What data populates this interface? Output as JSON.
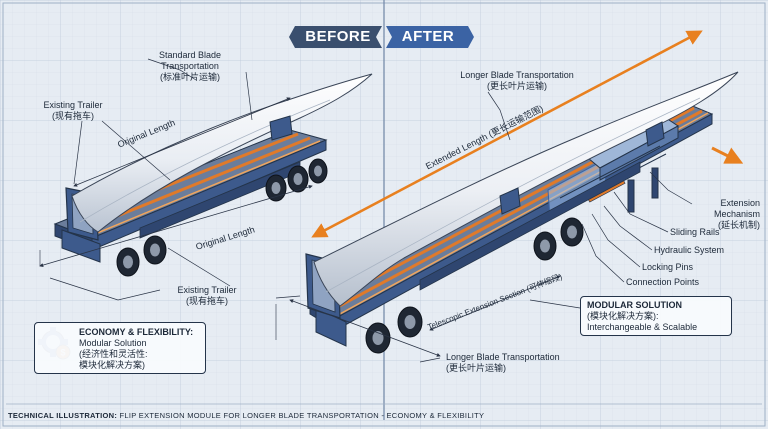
{
  "header": {
    "before_label": "BEFORE",
    "after_label": "AFTER"
  },
  "before": {
    "standard_blade_en": "Standard Blade",
    "standard_blade_en2": "Transportation",
    "standard_blade_cn": "(标准叶片运输)",
    "existing_trailer_top_en": "Existing Trailer",
    "existing_trailer_top_cn": "(现有拖车)",
    "original_length_top": "Original Length",
    "original_length_bottom": "Original Length",
    "existing_trailer_bottom_en": "Existing Trailer",
    "existing_trailer_bottom_cn": "(现有拖车)"
  },
  "after": {
    "longer_blade_top_en": "Longer Blade Transportation",
    "longer_blade_top_cn": "(更长叶片运输)",
    "extended_length": "Extended Length (更长运输范围)",
    "extension_mechanism_en": "Extension",
    "extension_mechanism_en2": "Mechanism",
    "extension_mechanism_cn": "(延长机制)",
    "sliding_rails": "Sliding Rails",
    "hydraulic_system": "Hydraulic System",
    "locking_pins": "Locking Pins",
    "connection_points": "Connection Points",
    "telescopic_section": "Telescopic Extension Section (可伸缩段)",
    "longer_blade_bottom_en": "Longer Blade Transportation",
    "longer_blade_bottom_cn": "(更长叶片运输)"
  },
  "economy_box": {
    "title": "ECONOMY & FLEXIBILITY:",
    "line1": "Modular Solution",
    "line2": "(经济性和灵活性:",
    "line3": "模块化解决方案)"
  },
  "modular_box": {
    "title": "MODULAR SOLUTION",
    "line1": "(模块化解决方案):",
    "line2": "Interchangeable & Scalable"
  },
  "footer": {
    "prefix": "TECHNICAL ILLUSTRATION:",
    "text": "FLIP EXTENSION MODULE FOR LONGER BLADE TRANSPORTATION - ECONOMY & FLEXIBILITY"
  },
  "colors": {
    "background": "#e6ecf3",
    "grid": "#c9d4e2",
    "trailer_blue": "#3d5a8c",
    "deck_orange": "#e07a2a",
    "blade_white": "#eef1f5",
    "tag_dark": "#3a4f6e",
    "tag_blue": "#3b63a4",
    "accent_orange": "#e8801f"
  }
}
